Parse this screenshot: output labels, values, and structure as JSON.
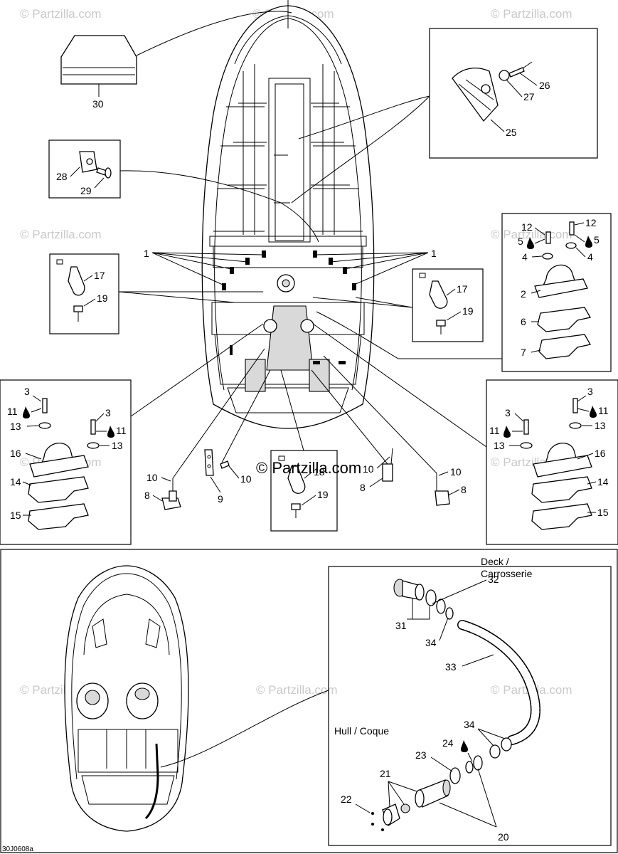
{
  "diagram": {
    "watermark": "© Partzilla.com",
    "center_watermark": "© Partzilla.com",
    "figure_code": "30J0608a",
    "vent_labels": {
      "deck": "Deck /",
      "deck_fr": "Carrosserie",
      "hull": "Hull / Coque"
    },
    "callouts": {
      "p1": "1",
      "p2": "2",
      "p3": "3",
      "p4": "4",
      "p5": "5",
      "p6": "6",
      "p7": "7",
      "p8": "8",
      "p9": "9",
      "p10": "10",
      "p11": "11",
      "p12": "12",
      "p13": "13",
      "p14": "14",
      "p15": "15",
      "p16": "16",
      "p17": "17",
      "p18": "18",
      "p19": "19",
      "p20": "20",
      "p21": "21",
      "p22": "22",
      "p23": "23",
      "p24": "24",
      "p25": "25",
      "p26": "26",
      "p27": "27",
      "p28": "28",
      "p29": "29",
      "p30": "30",
      "p31": "31",
      "p32": "32",
      "p33": "33",
      "p34": "34"
    },
    "adhesive_icon": "drop-icon"
  }
}
